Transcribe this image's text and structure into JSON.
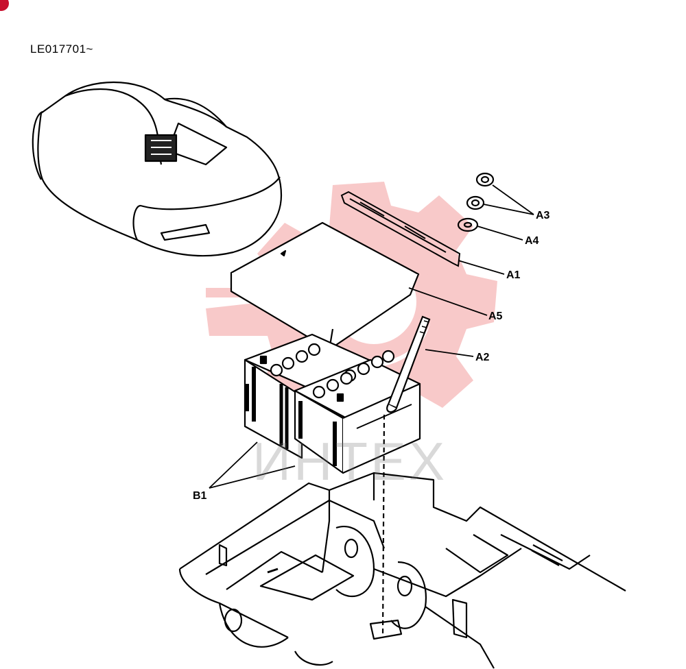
{
  "serial_range": "LE017701~",
  "callouts": {
    "a1": "A1",
    "a2": "A2",
    "a3": "A3",
    "a4": "A4",
    "a5": "A5",
    "b1": "B1"
  },
  "watermark_text": "ИНТЕХ",
  "colors": {
    "ink": "#000000",
    "watermark": "#f2a7a7",
    "corner_mark": "#c8102e"
  }
}
